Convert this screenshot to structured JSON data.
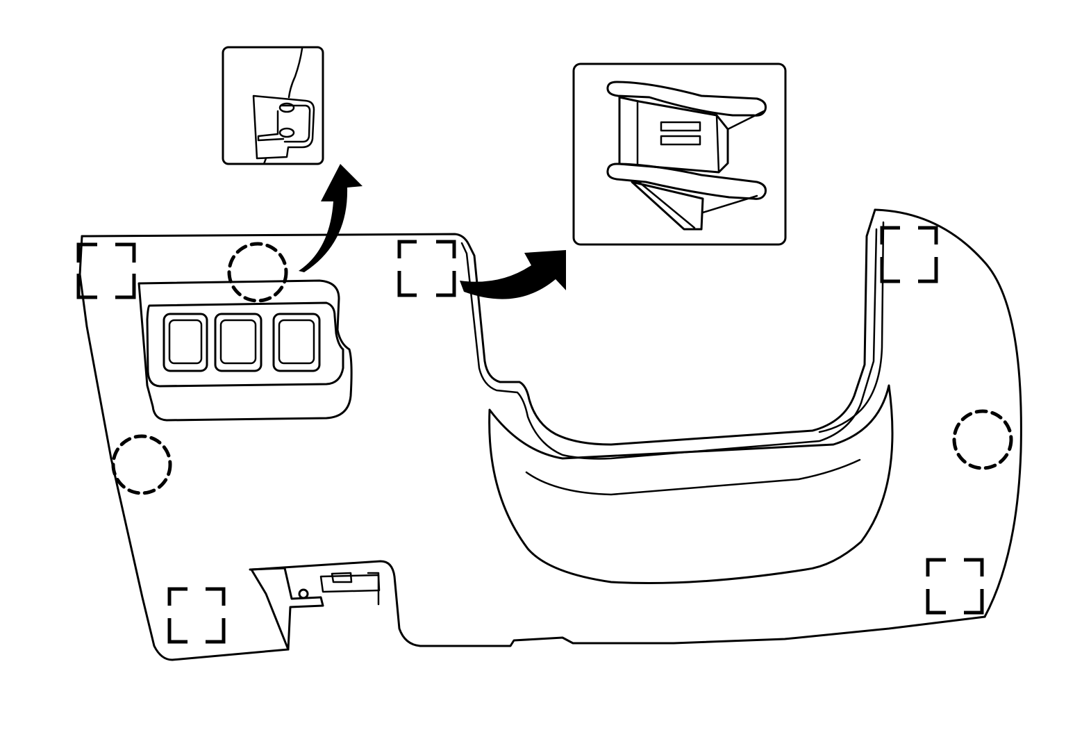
{
  "diagram": {
    "subject": "instrument-panel-lower-cover",
    "colors": {
      "line": "#000000",
      "background": "#ffffff"
    },
    "callouts": [
      {
        "id": "pawl-detail",
        "marker": "dashed-circle"
      },
      {
        "id": "metal-clip-detail",
        "marker": "dashed-bracket"
      }
    ],
    "fastener_markers": {
      "metal_clips": 5,
      "pawls": 3
    }
  }
}
